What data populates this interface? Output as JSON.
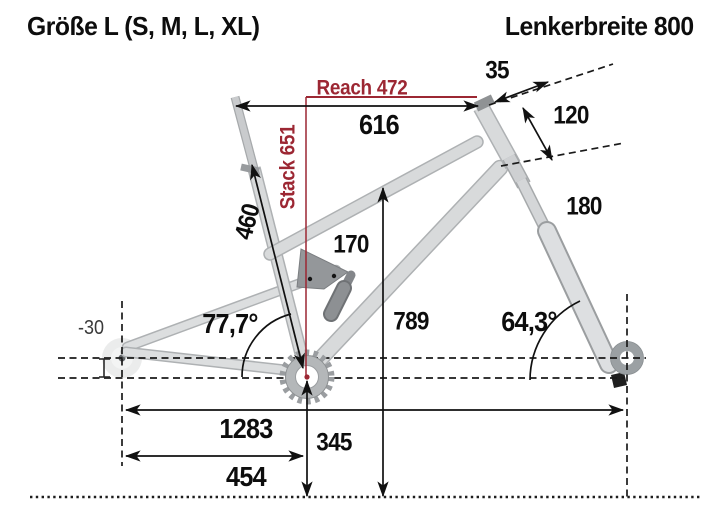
{
  "header": {
    "title": "Größe L (S, M, L, XL)",
    "handlebar_width": "Lenkerbreite 800"
  },
  "labels": {
    "reach": "Reach 472",
    "stack": "Stack 651",
    "top_tube": "616",
    "stem": "35",
    "head_tube": "120",
    "fork_travel": "180",
    "seat_tube": "460",
    "shock_travel": "170",
    "front_height": "789",
    "seat_angle": "77,7°",
    "head_angle": "64,3°",
    "bb_drop": "-30",
    "wheelbase": "1283",
    "bb_height": "345",
    "chainstay": "454"
  },
  "colors": {
    "accent_red": "#9c2733",
    "label_black": "#0d0d0d",
    "frame_fill": "#d8dadb",
    "frame_border": "#aeb1b3"
  }
}
